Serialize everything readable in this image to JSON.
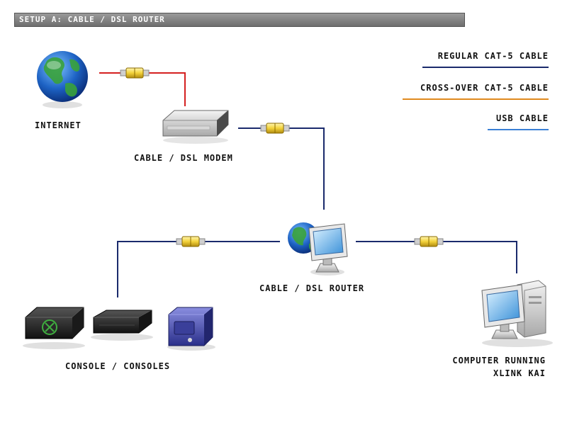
{
  "title": "SETUP A: CABLE / DSL ROUTER",
  "legend": [
    {
      "label": "REGULAR CAT-5 CABLE",
      "color": "#1a2a6c"
    },
    {
      "label": "CROSS-OVER CAT-5 CABLE",
      "color": "#e08a1e"
    },
    {
      "label": "USB CABLE",
      "color": "#3a7fd5"
    }
  ],
  "nodes": {
    "internet": "INTERNET",
    "modem": "CABLE / DSL MODEM",
    "router": "CABLE / DSL ROUTER",
    "consoles": "CONSOLE / CONSOLES",
    "computer_line1": "COMPUTER RUNNING",
    "computer_line2": "XLINK KAI"
  },
  "colors": {
    "internet_link": "#d42020",
    "cat5": "#1a2a6c",
    "connector": "#f3d23a"
  },
  "icons": [
    "globe-icon",
    "modem-icon",
    "router-icon",
    "xbox-icon",
    "ps2-icon",
    "gamecube-icon",
    "computer-icon",
    "connector-icon"
  ]
}
